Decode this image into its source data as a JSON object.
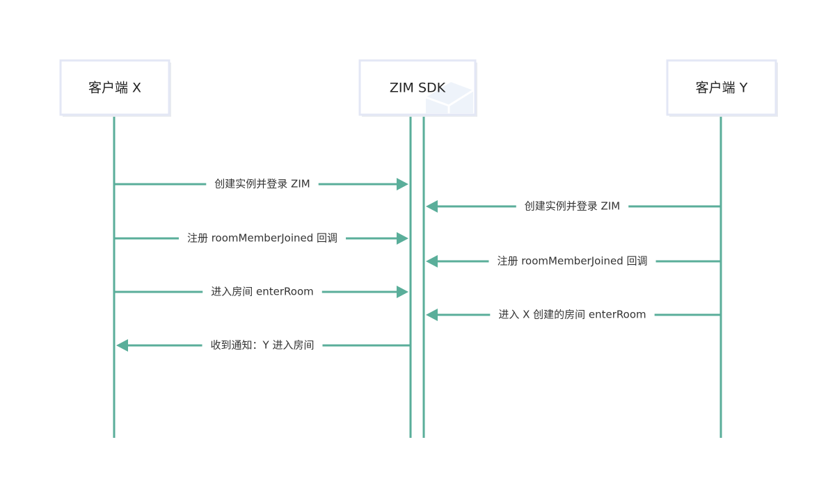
{
  "participants": {
    "client_x": "客户端 X",
    "sdk": "ZIM SDK",
    "client_y": "客户端 Y"
  },
  "messages": [
    {
      "from": "client_x",
      "to": "sdk",
      "label": "创建实例并登录 ZIM"
    },
    {
      "from": "client_y",
      "to": "sdk",
      "label": "创建实例并登录 ZIM"
    },
    {
      "from": "client_x",
      "to": "sdk",
      "label": "注册 roomMemberJoined 回调"
    },
    {
      "from": "client_y",
      "to": "sdk",
      "label": "注册 roomMemberJoined 回调"
    },
    {
      "from": "client_x",
      "to": "sdk",
      "label": "进入房间 enterRoom"
    },
    {
      "from": "client_y",
      "to": "sdk",
      "label": "进入 X 创建的房间 enterRoom"
    },
    {
      "from": "sdk",
      "to": "client_x",
      "label": "收到通知：Y 进入房间"
    }
  ],
  "colors": {
    "line": "#5aae9a",
    "box_border": "#e3e7f5"
  }
}
